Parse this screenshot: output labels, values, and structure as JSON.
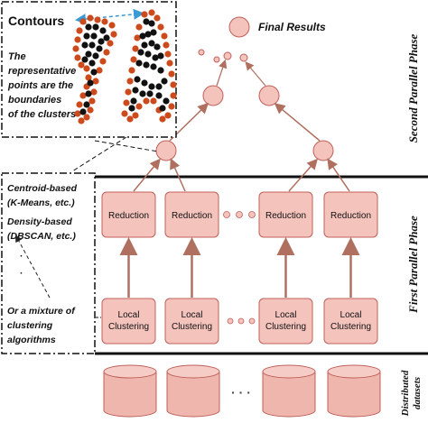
{
  "contours_box": {
    "title": "Contours",
    "description_lines": [
      "The",
      "representative",
      "points are the",
      "boundaries",
      "of the clusters"
    ]
  },
  "methods_box": {
    "lines": [
      "Centroid-based",
      "(K-Means, etc.)",
      "Density-based",
      "(DBSCAN, etc.)",
      "·",
      "·",
      "Or a mixture of",
      "clustering",
      "algorithms"
    ]
  },
  "final_results": "Final Results",
  "phases": {
    "second": "Second Parallel Phase",
    "first": "First Parallel Phase",
    "datasets": [
      "Distributed",
      "datasets"
    ]
  },
  "reduction_label": "Reduction",
  "local_clustering_label": [
    "Local",
    "Clustering"
  ],
  "ellipsis": "· · ·",
  "colors": {
    "node_fill": "#f3c3bc",
    "node_stroke": "#c0605a",
    "arrow": "#b07060",
    "cylinder_fill": "#efb6ad",
    "black_point": "#111111",
    "red_point": "#cc4a1c",
    "dashed_arrow": "#3a9ad6"
  }
}
